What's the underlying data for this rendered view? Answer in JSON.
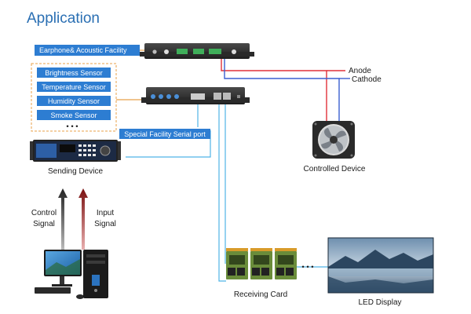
{
  "title": "Application",
  "labels": {
    "earphone": "Earphone& Acoustic Facility",
    "brightness": "Brightness Sensor",
    "temperature": "Temperature Sensor",
    "humidity": "Humidity Sensor",
    "smoke": "Smoke Sensor",
    "dots_sensors": "• • •",
    "serial": "Special Facility Serial port",
    "sending": "Sending Device",
    "control_1": "Control",
    "control_2": "Signal",
    "input_1": "Input",
    "input_2": "Signal",
    "anode": "Anode",
    "cathode": "Cathode",
    "controlled": "Controlled Device",
    "receiving": "Receiving Card",
    "dots_cards": "• • •",
    "led": "LED Display"
  },
  "colors": {
    "title": "#2a6fb3",
    "tag_fill": "#2d7dd2",
    "sensor_border": "#e8a04a",
    "anode_wire": "#e0303a",
    "cathode_wire": "#3a5fd0",
    "network_wire": "#4fb4e6",
    "control_arrow": "#3a3a3a",
    "input_arrow": "#8b1a1a"
  }
}
